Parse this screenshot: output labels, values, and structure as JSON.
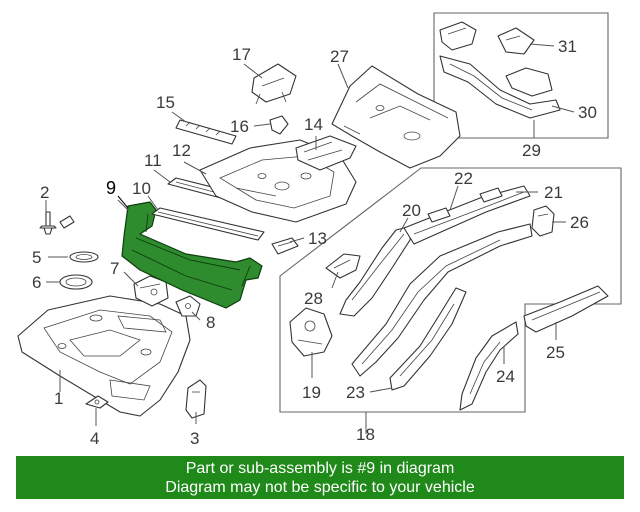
{
  "diagram": {
    "highlighted_callout": "9",
    "callouts": {
      "c1": "1",
      "c2": "2",
      "c3": "3",
      "c4": "4",
      "c5": "5",
      "c6": "6",
      "c7": "7",
      "c8": "8",
      "c9": "9",
      "c10": "10",
      "c11": "11",
      "c12": "12",
      "c13": "13",
      "c14": "14",
      "c15": "15",
      "c16": "16",
      "c17": "17",
      "c18": "18",
      "c19": "19",
      "c20": "20",
      "c21": "21",
      "c22": "22",
      "c23": "23",
      "c24": "24",
      "c25": "25",
      "c26": "26",
      "c27": "27",
      "c28": "28",
      "c29": "29",
      "c30": "30",
      "c31": "31"
    },
    "colors": {
      "highlight": "#2e8b2e",
      "banner": "#1f8a1a"
    }
  },
  "banner": {
    "line1": "Part or sub-assembly is #9 in diagram",
    "line2": "Diagram may not be specific to your vehicle"
  }
}
